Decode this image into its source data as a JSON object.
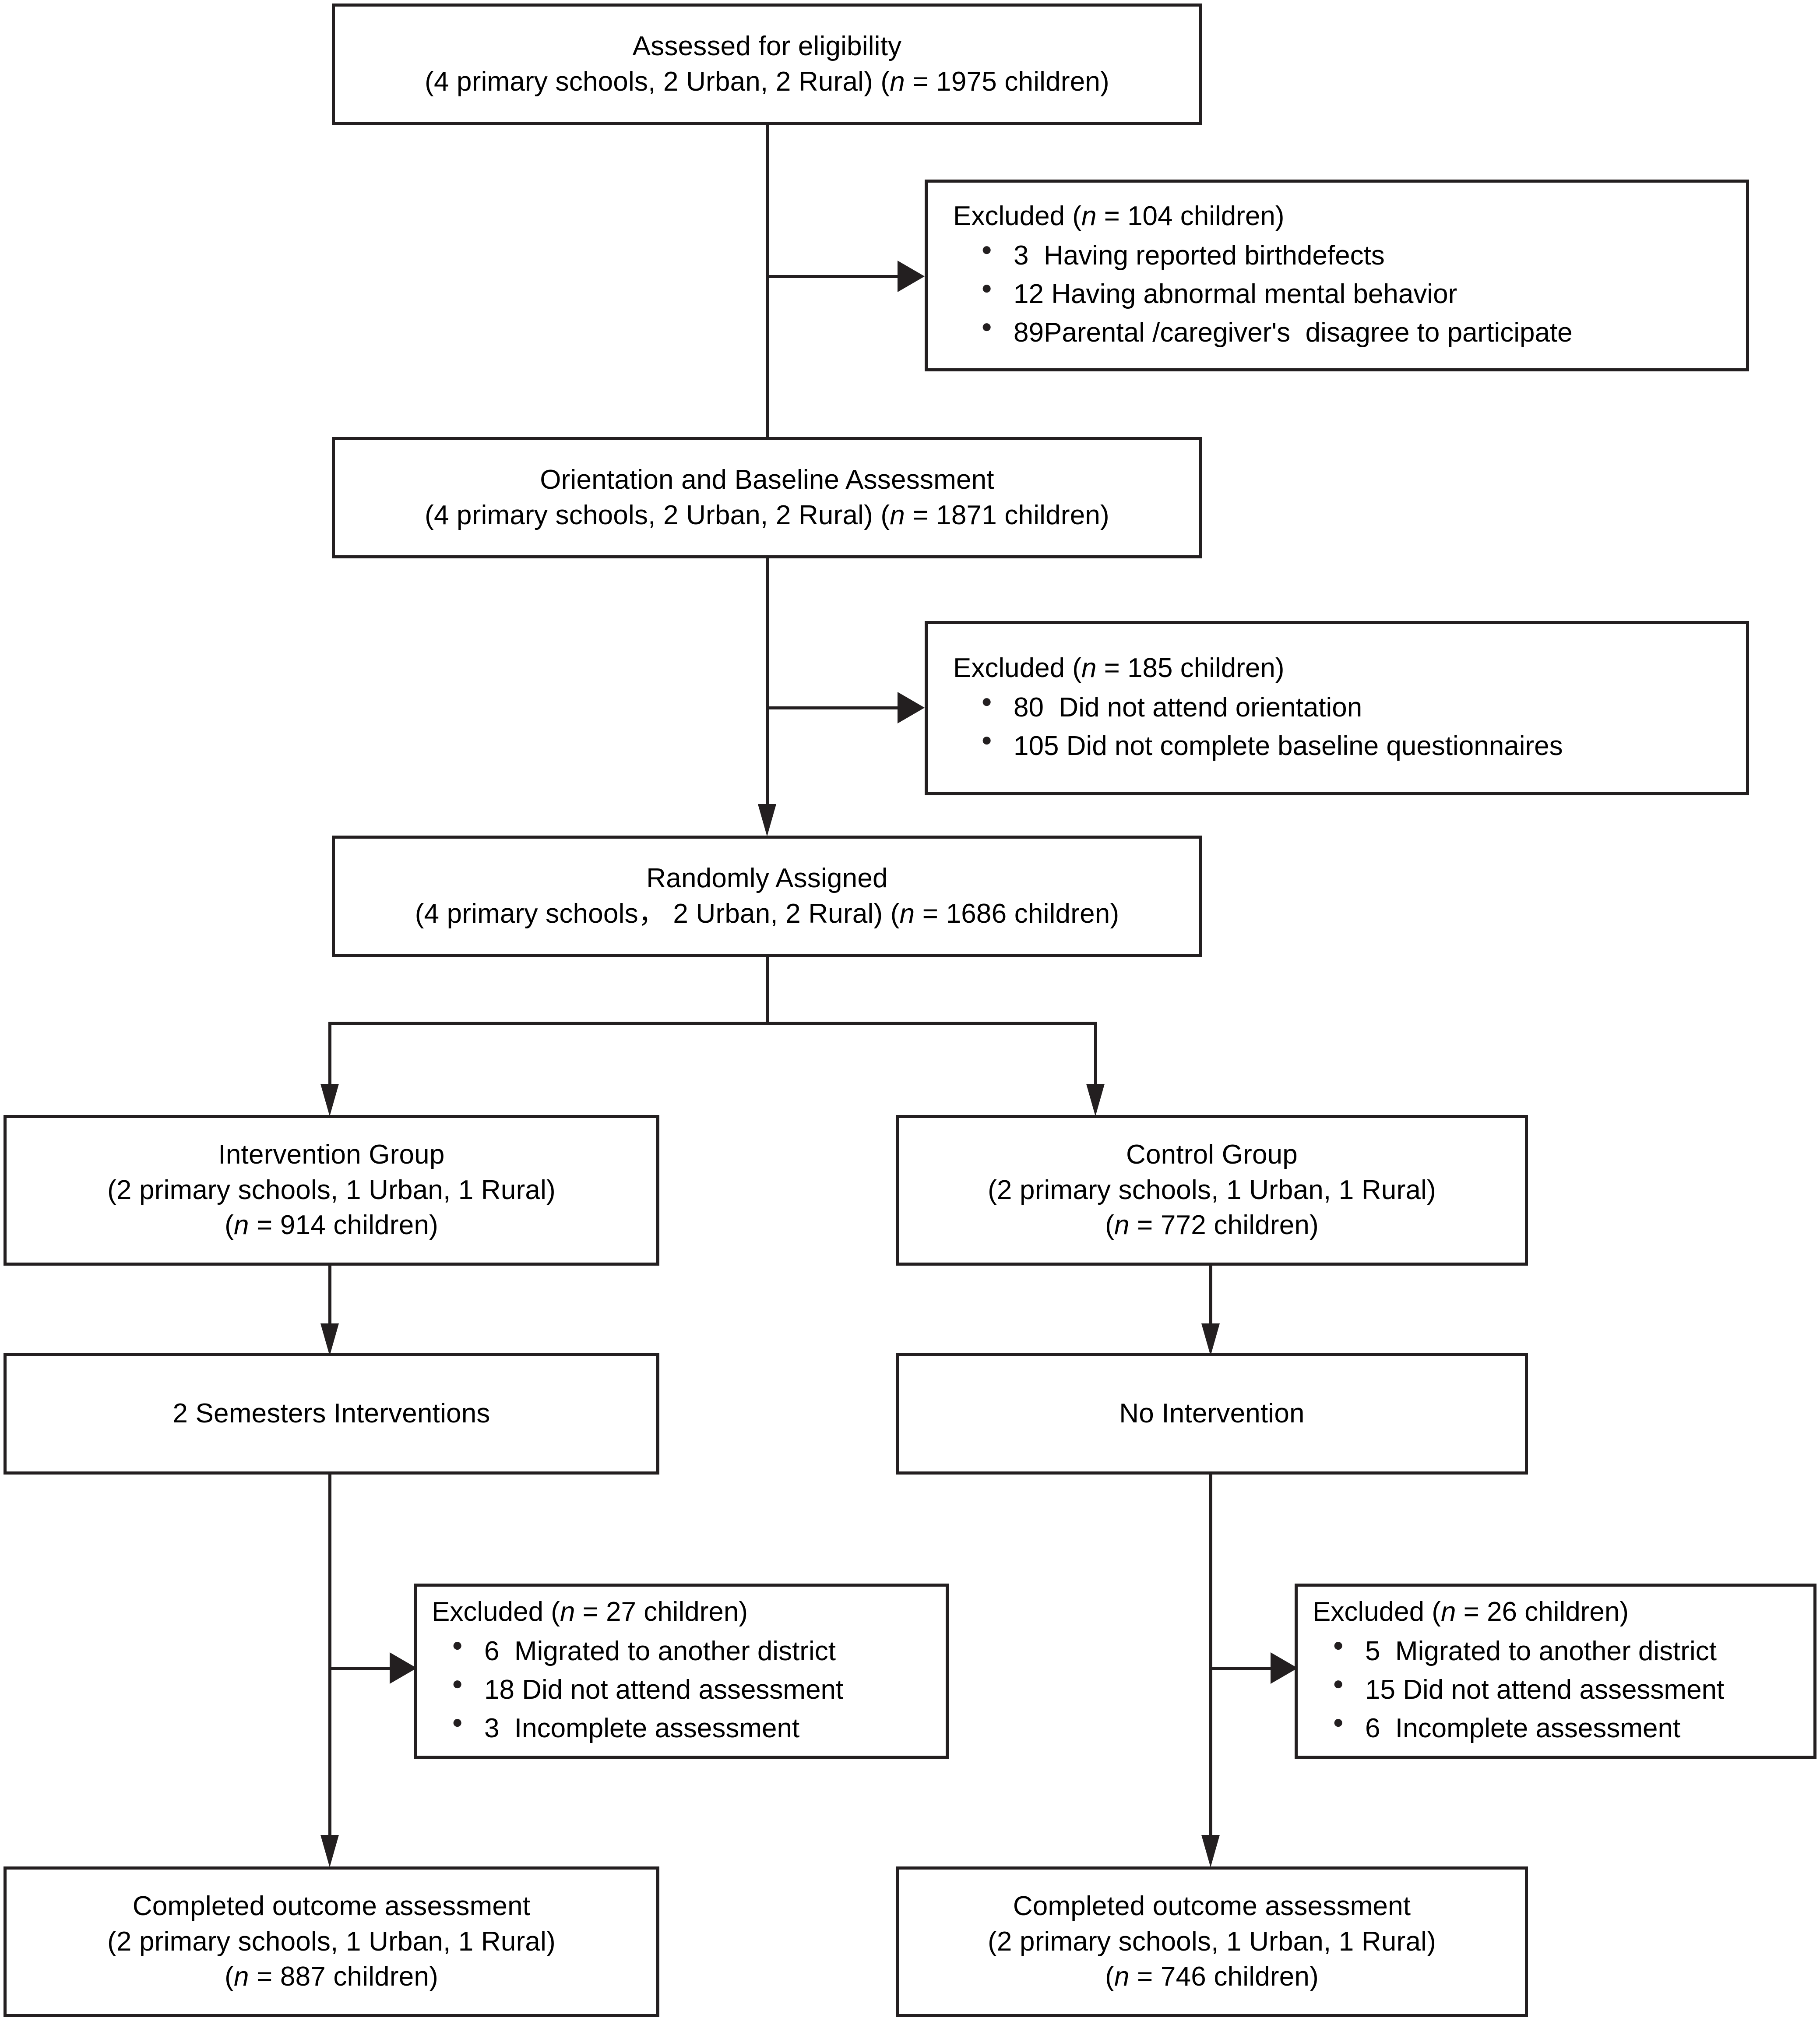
{
  "diagram": {
    "type": "consort-flow-diagram",
    "title": "CONSORT participant flow diagram"
  },
  "nodes": {
    "assessed": {
      "label": "assessed-for-eligibility",
      "line1": "Assessed for eligibility",
      "line2_a": "(4 primary schools, 2 Urban, 2 Rural) (",
      "line2_n": "n",
      "line2_b": " = 1975 children)",
      "n_value": 1975
    },
    "excluded1": {
      "label": "excluded-screening",
      "heading_a": "Excluded (",
      "heading_n": "n",
      "heading_b": " = 104 children)",
      "n_value": 104,
      "items": [
        {
          "count": "3",
          "reason": "  Having reported birthdefects"
        },
        {
          "count": "12",
          "reason": " Having abnormal mental behavior"
        },
        {
          "count": "89",
          "reason": "Parental /caregiver's  disagree to participate"
        }
      ]
    },
    "orientation": {
      "label": "orientation-baseline-assessment",
      "line1": "Orientation and Baseline Assessment",
      "line2_a": "(4 primary schools, 2 Urban, 2 Rural) (",
      "line2_n": "n",
      "line2_b": " = 1871 children)",
      "n_value": 1871
    },
    "excluded2": {
      "label": "excluded-baseline",
      "heading_a": "Excluded (",
      "heading_n": "n",
      "heading_b": " = 185 children)",
      "n_value": 185,
      "items": [
        {
          "count": "80",
          "reason": "  Did not attend orientation"
        },
        {
          "count": "105",
          "reason": " Did not complete baseline questionnaires"
        }
      ]
    },
    "randomized": {
      "label": "randomly-assigned",
      "line1": "Randomly Assigned",
      "line2_a": "(4 primary schools， 2 Urban, 2 Rural) (",
      "line2_n": "n",
      "line2_b": " = 1686 children)",
      "n_value": 1686
    },
    "intervention_group": {
      "label": "intervention-group",
      "line1": "Intervention Group",
      "line2": "(2 primary schools, 1 Urban, 1 Rural)",
      "line3_a": "(",
      "line3_n": "n",
      "line3_b": " = 914 children)",
      "n_value": 914
    },
    "control_group": {
      "label": "control-group",
      "line1": "Control Group",
      "line2": "(2 primary schools, 1 Urban, 1 Rural)",
      "line3_a": "(",
      "line3_n": "n",
      "line3_b": " = 772 children)",
      "n_value": 772
    },
    "two_semesters": {
      "label": "two-semesters-interventions",
      "line1": "2 Semesters Interventions"
    },
    "no_intervention": {
      "label": "no-intervention",
      "line1": "No Intervention"
    },
    "excluded_intervention": {
      "label": "excluded-intervention-followup",
      "heading_a": "Excluded (",
      "heading_n": "n",
      "heading_b": " = 27 children)",
      "n_value": 27,
      "items": [
        {
          "count": "6",
          "reason": "  Migrated to another district"
        },
        {
          "count": "18",
          "reason": " Did not attend assessment"
        },
        {
          "count": "3",
          "reason": "  Incomplete assessment"
        }
      ]
    },
    "excluded_control": {
      "label": "excluded-control-followup",
      "heading_a": "Excluded (",
      "heading_n": "n",
      "heading_b": " = 26 children)",
      "n_value": 26,
      "items": [
        {
          "count": "5",
          "reason": "  Migrated to another district"
        },
        {
          "count": "15",
          "reason": " Did not attend assessment"
        },
        {
          "count": "6",
          "reason": "  Incomplete assessment"
        }
      ]
    },
    "outcome_intervention": {
      "label": "completed-outcome-assessment-intervention",
      "line1": "Completed outcome assessment",
      "line2": "(2 primary schools, 1 Urban, 1 Rural)",
      "line3_a": "(",
      "line3_n": "n",
      "line3_b": " = 887 children)",
      "n_value": 887
    },
    "outcome_control": {
      "label": "completed-outcome-assessment-control",
      "line1": "Completed outcome assessment",
      "line2": "(2 primary schools, 1 Urban, 1 Rural)",
      "line3_a": "(",
      "line3_n": "n",
      "line3_b": " = 746 children)",
      "n_value": 746
    }
  },
  "colors": {
    "stroke": "#231f20",
    "text": "#000000",
    "background": "#ffffff"
  }
}
